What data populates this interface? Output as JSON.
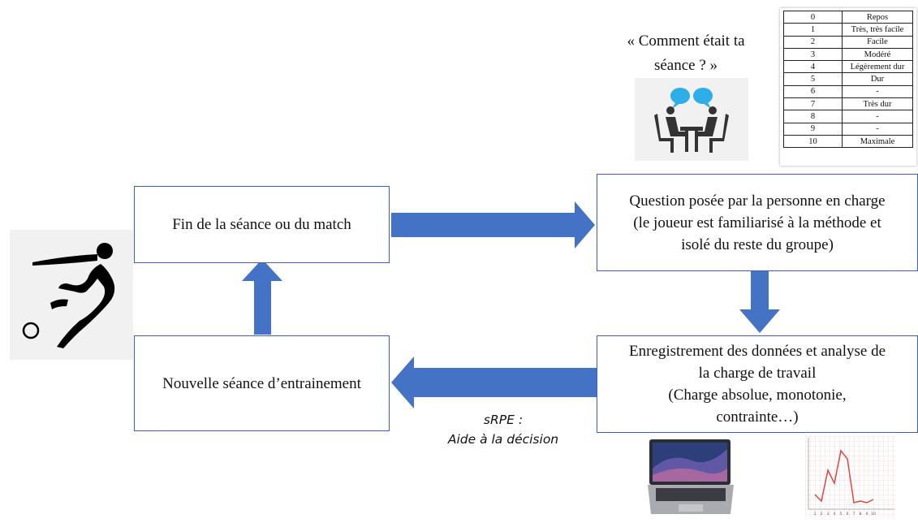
{
  "boxes": {
    "fin": "Fin de la séance ou du match",
    "question": [
      "Question posée par la personne en charge",
      "(le joueur est familiarisé à la méthode et",
      "isolé du reste du groupe)"
    ],
    "enregistrement": [
      "Enregistrement des données et analyse de",
      "la charge de travail",
      "(Charge absolue, monotonie,",
      "contrainte…)"
    ],
    "nouvelle": "Nouvelle séance d’entrainement"
  },
  "quote": [
    "« Comment était ta",
    "séance ? »"
  ],
  "arrow_label": [
    "sRPE :",
    "Aide à la décision"
  ],
  "rpe_scale": [
    {
      "score": "0",
      "label": "Repos"
    },
    {
      "score": "1",
      "label": "Très, très facile"
    },
    {
      "score": "2",
      "label": "Facile"
    },
    {
      "score": "3",
      "label": "Modéré"
    },
    {
      "score": "4",
      "label": "Légèrement dur"
    },
    {
      "score": "5",
      "label": "Dur"
    },
    {
      "score": "6",
      "label": "-"
    },
    {
      "score": "7",
      "label": "Très dur"
    },
    {
      "score": "8",
      "label": "-"
    },
    {
      "score": "9",
      "label": "-"
    },
    {
      "score": "10",
      "label": "Maximale"
    }
  ],
  "mini_chart_x_ticks": [
    "1",
    "2",
    "3",
    "4",
    "5",
    "6",
    "7",
    "8",
    "9",
    "10"
  ],
  "colors": {
    "arrow": "#4472c4",
    "box_border": "#3a5fc4",
    "chart_line": "#e0463c",
    "bubble": "#2eaee8"
  },
  "icons": [
    "football-player-icon",
    "conversation-icon",
    "laptop-icon",
    "line-chart-icon"
  ]
}
